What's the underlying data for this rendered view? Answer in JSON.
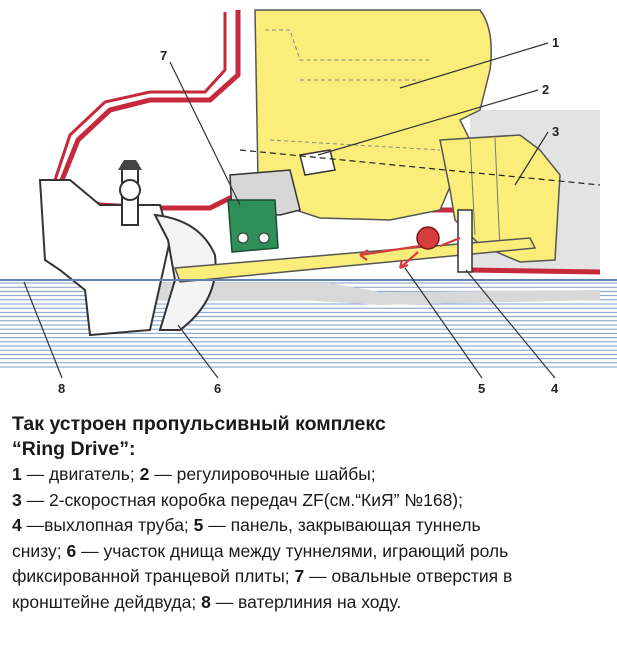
{
  "figure": {
    "labels": {
      "l1": "1",
      "l2": "2",
      "l3": "3",
      "l4": "4",
      "l5": "5",
      "l6": "6",
      "l7": "7",
      "l8": "8"
    },
    "colors": {
      "engine": "#fbed7a",
      "hull_red": "#c6283c",
      "mount_green": "#2f8f58",
      "water_line": "#7c9dc8",
      "hull_gray": "#dcdcdc",
      "arrow_red": "#d63d3d"
    }
  },
  "caption": {
    "title_line1": "Так устроен пропульсивный комплекс",
    "title_line2": "“Ring Drive”:",
    "lines": [
      [
        {
          "t": "1",
          "b": true
        },
        {
          "t": " — двигатель; "
        },
        {
          "t": "2",
          "b": true
        },
        {
          "t": " — регулировочные шайбы;"
        }
      ],
      [
        {
          "t": "3",
          "b": true
        },
        {
          "t": " — 2-скоростная коробка передач ZF(см.“КиЯ” №168);"
        }
      ],
      [
        {
          "t": "4",
          "b": true
        },
        {
          "t": " —выхлопная труба; "
        },
        {
          "t": "5",
          "b": true
        },
        {
          "t": " — панель, закрывающая туннель"
        }
      ],
      [
        {
          "t": "снизу; "
        },
        {
          "t": "6",
          "b": true
        },
        {
          "t": " — участок днища между туннелями, играющий роль"
        }
      ],
      [
        {
          "t": "фиксированной транцевой плиты; "
        },
        {
          "t": "7",
          "b": true
        },
        {
          "t": " — овальные отверстия в"
        }
      ],
      [
        {
          "t": "кронштейне дейдвуда; "
        },
        {
          "t": "8",
          "b": true
        },
        {
          "t": " — ватерлиния на ходу."
        }
      ]
    ]
  }
}
